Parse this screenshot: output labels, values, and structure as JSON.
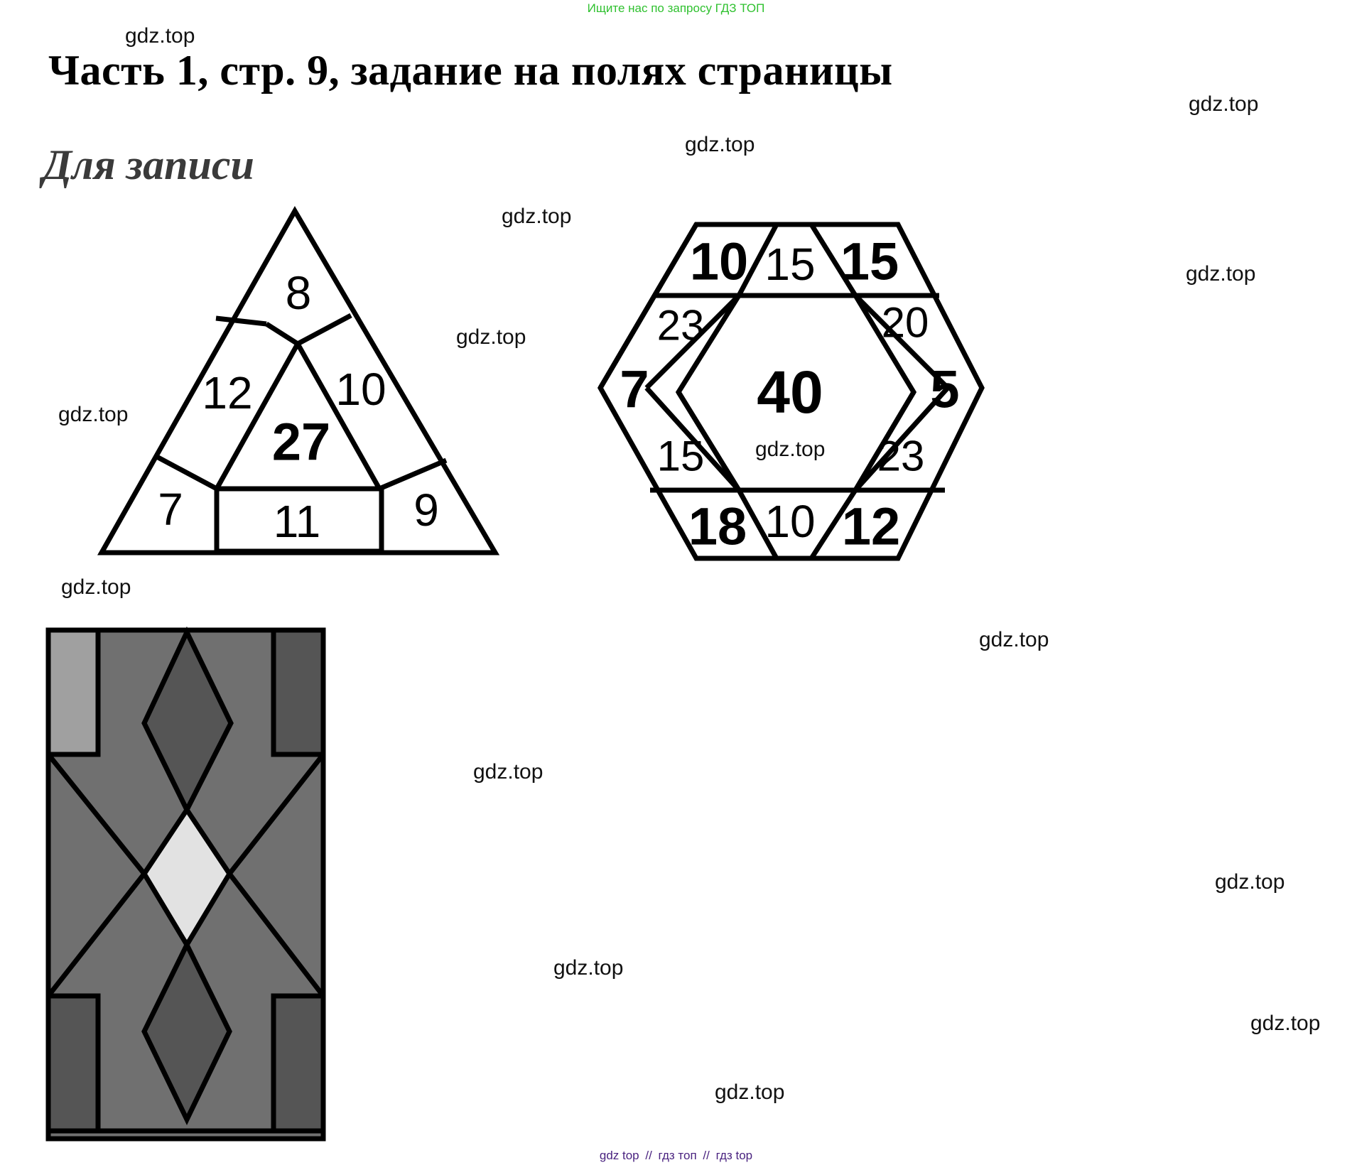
{
  "banner": "Ищите нас по запросу ГДЗ ТОП",
  "title": "Часть 1, стр. 9, задание на полях страницы",
  "subtitle": "Для записи",
  "watermark": "gdz.top",
  "triangle_puzzle": {
    "top": "8",
    "left": "12",
    "right": "10",
    "center": "27",
    "bottom_left": "7",
    "bottom_middle": "11",
    "bottom_right": "9"
  },
  "hexagon_puzzle": {
    "top_left": "10",
    "top_middle": "15",
    "top_right": "15",
    "upper_left": "23",
    "upper_right": "20",
    "left": "7",
    "center": "40",
    "right": "5",
    "lower_left": "15",
    "lower_right": "23",
    "bottom_left": "18",
    "bottom_middle": "10",
    "bottom_right": "12"
  },
  "pattern_colors": {
    "base": "#707070",
    "light": "#a0a0a0",
    "dark": "#555555",
    "center": "#e2e2e2",
    "outline": "#000000"
  },
  "footer": {
    "link1": "gdz top",
    "sep1": "//",
    "link2": "гдз топ",
    "sep2": "//",
    "link3": "гдз top"
  }
}
